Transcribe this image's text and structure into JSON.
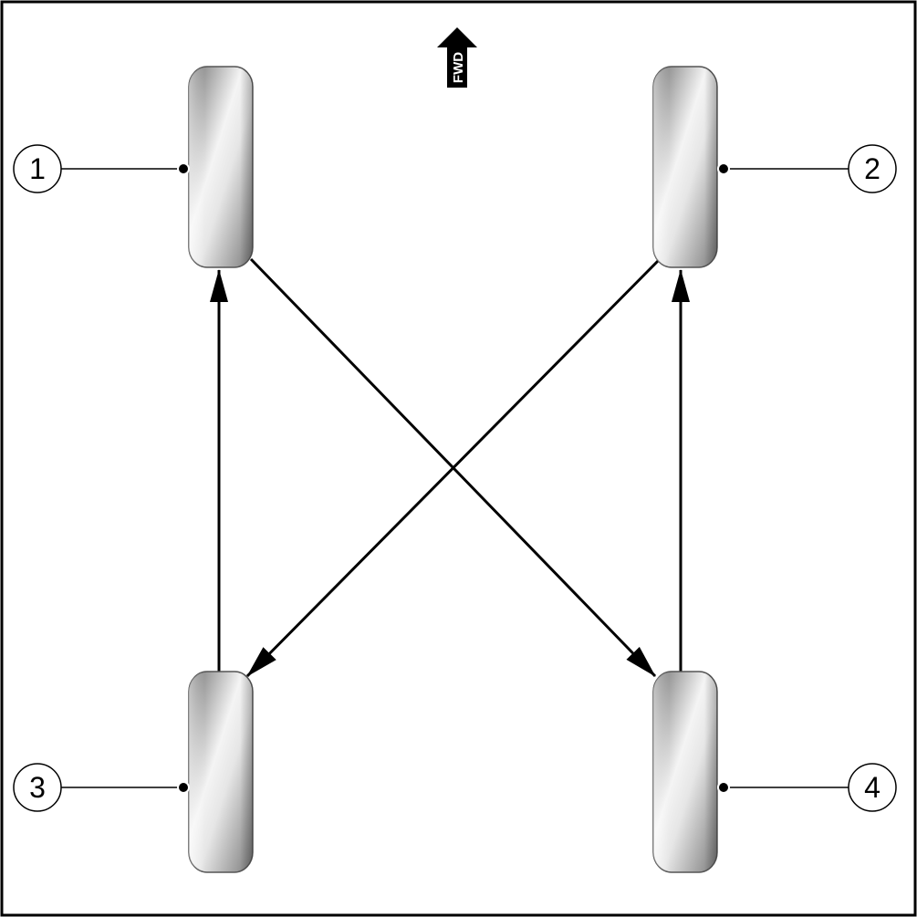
{
  "direction_indicator": {
    "label": "FWD"
  },
  "callouts": [
    {
      "number": "1",
      "position": "front-left"
    },
    {
      "number": "2",
      "position": "front-right"
    },
    {
      "number": "3",
      "position": "rear-left"
    },
    {
      "number": "4",
      "position": "rear-right"
    }
  ],
  "rotation_moves": [
    {
      "from": "rear-left",
      "to": "front-left"
    },
    {
      "from": "rear-right",
      "to": "front-right"
    },
    {
      "from": "front-left",
      "to": "rear-right"
    },
    {
      "from": "front-right",
      "to": "rear-left"
    }
  ],
  "colors": {
    "line": "#000000",
    "tire_dark": "#6f6f6f",
    "tire_light": "#f4f4f4",
    "background": "#ffffff"
  }
}
